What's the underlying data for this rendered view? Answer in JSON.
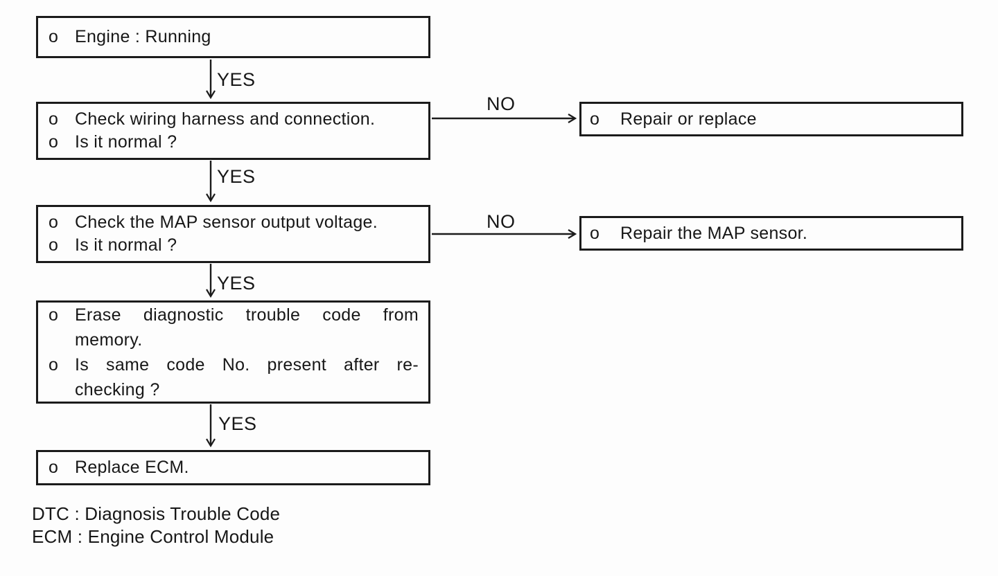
{
  "diagram": {
    "type": "diagnostic-flowchart",
    "bullet_char": "o",
    "yes_label": "YES",
    "no_label": "NO",
    "steps": [
      {
        "name": "engine-running",
        "bullets": [
          {
            "lines": [
              "Engine : Running"
            ]
          }
        ]
      },
      {
        "name": "check-wiring",
        "bullets": [
          {
            "lines": [
              "Check wiring harness and connection."
            ]
          },
          {
            "lines": [
              "Is it normal ?"
            ]
          }
        ]
      },
      {
        "name": "check-map-sensor-voltage",
        "bullets": [
          {
            "lines": [
              "Check the MAP sensor output voltage."
            ]
          },
          {
            "lines": [
              "Is it normal ?"
            ]
          }
        ]
      },
      {
        "name": "erase-dtc",
        "bullets": [
          {
            "lines": [
              "Erase diagnostic trouble code from",
              "memory."
            ]
          },
          {
            "lines": [
              "Is same code No. present after re-",
              "checking ?"
            ]
          }
        ]
      },
      {
        "name": "replace-ecm",
        "bullets": [
          {
            "lines": [
              "Replace ECM."
            ]
          }
        ]
      }
    ],
    "no_branches": [
      {
        "name": "repair-or-replace",
        "bullets": [
          {
            "lines": [
              "Repair or replace"
            ]
          }
        ]
      },
      {
        "name": "repair-map-sensor",
        "bullets": [
          {
            "lines": [
              "Repair the MAP sensor."
            ]
          }
        ]
      }
    ],
    "legend": {
      "line1": "DTC : Diagnosis Trouble Code",
      "line2": "ECM : Engine Control Module"
    },
    "line_color": "#1b1b1b",
    "background_color": "#fdfdfd"
  }
}
